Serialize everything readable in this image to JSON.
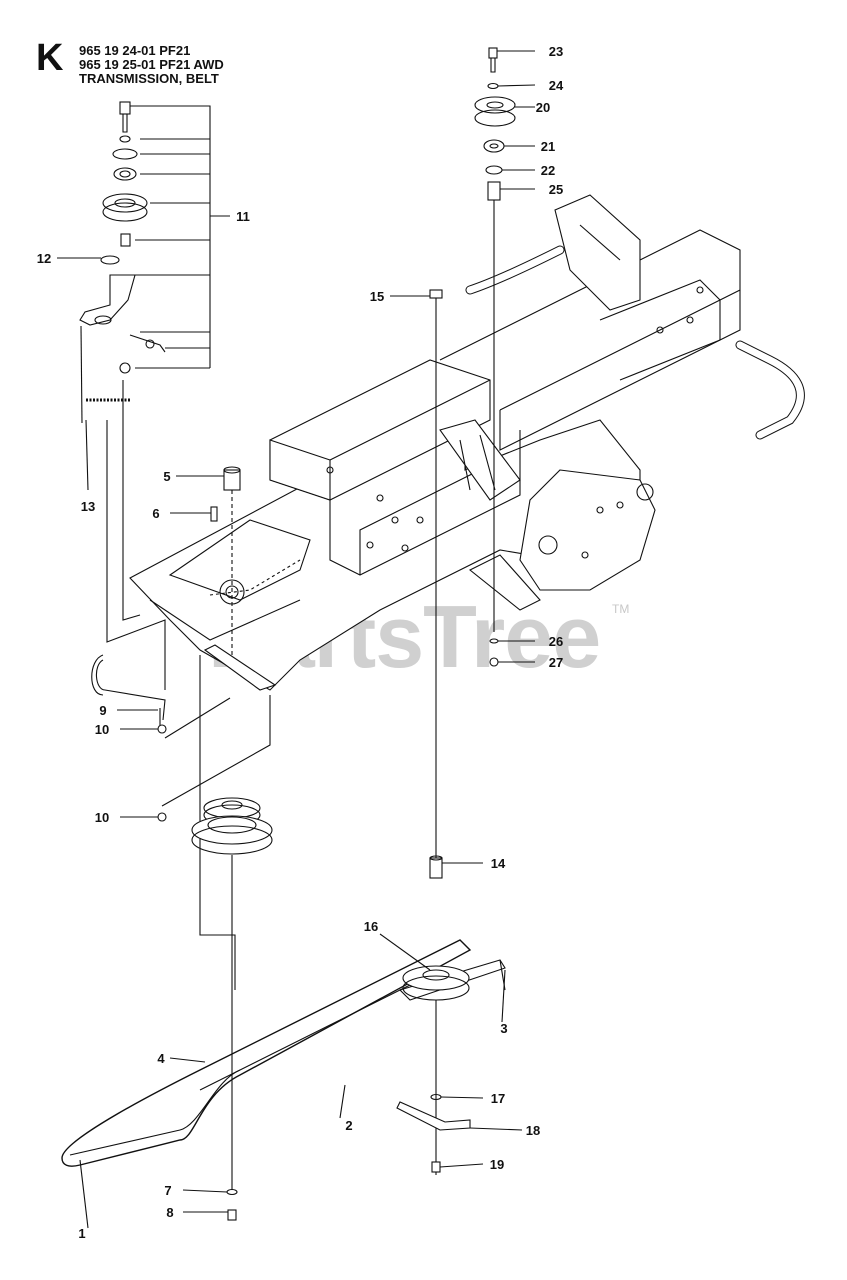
{
  "header": {
    "section_letter": "K",
    "lines": [
      "965 19 24-01 PF21",
      "965 19 25-01 PF21 AWD",
      "TRANSMISSION, BELT"
    ]
  },
  "watermark": {
    "text": "PartsTree",
    "trademark": "TM"
  },
  "callouts": [
    {
      "id": "c1",
      "label": "1"
    },
    {
      "id": "c2",
      "label": "2"
    },
    {
      "id": "c3",
      "label": "3"
    },
    {
      "id": "c4",
      "label": "4"
    },
    {
      "id": "c5",
      "label": "5"
    },
    {
      "id": "c6",
      "label": "6"
    },
    {
      "id": "c7",
      "label": "7"
    },
    {
      "id": "c8",
      "label": "8"
    },
    {
      "id": "c9",
      "label": "9"
    },
    {
      "id": "c10a",
      "label": "10"
    },
    {
      "id": "c10b",
      "label": "10"
    },
    {
      "id": "c11",
      "label": "11"
    },
    {
      "id": "c12",
      "label": "12"
    },
    {
      "id": "c13",
      "label": "13"
    },
    {
      "id": "c14",
      "label": "14"
    },
    {
      "id": "c15",
      "label": "15"
    },
    {
      "id": "c16",
      "label": "16"
    },
    {
      "id": "c17",
      "label": "17"
    },
    {
      "id": "c18",
      "label": "18"
    },
    {
      "id": "c19",
      "label": "19"
    },
    {
      "id": "c20",
      "label": "20"
    },
    {
      "id": "c21",
      "label": "21"
    },
    {
      "id": "c22",
      "label": "22"
    },
    {
      "id": "c23",
      "label": "23"
    },
    {
      "id": "c24",
      "label": "24"
    },
    {
      "id": "c25",
      "label": "25"
    },
    {
      "id": "c26",
      "label": "26"
    },
    {
      "id": "c27",
      "label": "27"
    }
  ],
  "colors": {
    "line": "#111111",
    "watermark": "#d0d0d0",
    "background": "#ffffff"
  }
}
